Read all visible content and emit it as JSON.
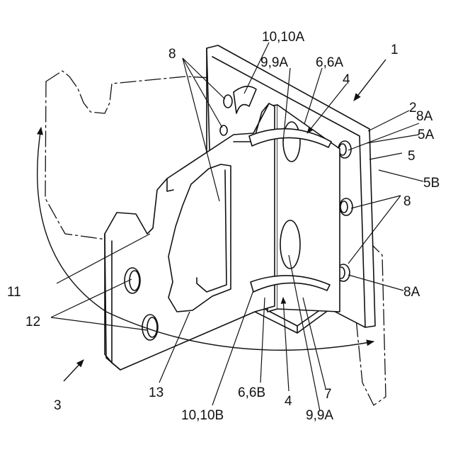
{
  "diagram": {
    "labels": {
      "l1": "1",
      "l2": "2",
      "l3": "3",
      "l4a": "4",
      "l4b": "4",
      "l5": "5",
      "l5a": "5A",
      "l5b": "5B",
      "l66a": "6,6A",
      "l66b": "6,6B",
      "l7": "7",
      "l8a": "8",
      "l8b": "8",
      "l8a_top": "8A",
      "l8a_bottom": "8A",
      "l99a_top": "9,9A",
      "l99a_bottom": "9,9A",
      "l1010a": "10,10A",
      "l1010b": "10,10B",
      "l11": "11",
      "l12": "12",
      "l13": "13"
    }
  }
}
